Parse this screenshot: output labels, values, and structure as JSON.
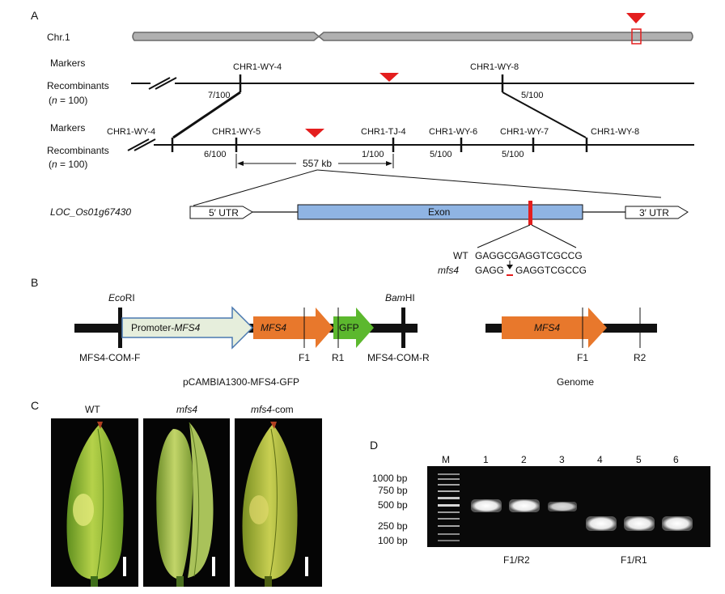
{
  "panel_a": {
    "label": "A",
    "chr_label": "Chr.1",
    "markers_label": "Markers",
    "recombinants_label": "Recombinants",
    "n_label_pre": "(",
    "n_label_n": "n",
    "n_label_post": " = 100)",
    "top_markers": {
      "left": "CHR1-WY-4",
      "right": "CHR1-WY-8"
    },
    "top_recombinants": {
      "left": "7/100",
      "right": "5/100"
    },
    "fine_markers": [
      "CHR1-WY-4",
      "CHR1-WY-5",
      "CHR1-TJ-4",
      "CHR1-WY-6",
      "CHR1-WY-7",
      "CHR1-WY-8"
    ],
    "fine_recombinants": [
      "6/100",
      "1/100",
      "5/100",
      "5/100"
    ],
    "interval": "557 kb",
    "gene_name": "LOC_Os01g67430",
    "utr5": "5′ UTR",
    "exon": "Exon",
    "utr3": "3′ UTR",
    "wt_label": "WT",
    "wt_seq": "GAGGCGAGGTCGCCG",
    "mut_label": "mfs4",
    "mut_seq_a": "GAGG",
    "mut_seq_b": "GAGGTCGCCG",
    "colors": {
      "red": "#e41e1e",
      "exon": "#8fb4e3",
      "chr": "#888888"
    }
  },
  "panel_b": {
    "label": "B",
    "ecori_italic": "Eco",
    "ecori_rest": "RI",
    "bamhi_italic": "Bam",
    "bamhi_rest": "HI",
    "promoter_pre": "Promoter-",
    "promoter_gene": "MFS4",
    "gene_box": "MFS4",
    "gfp": "GFP",
    "primer_f": "MFS4-COM-F",
    "primer_r": "MFS4-COM-R",
    "f1": "F1",
    "r1": "R1",
    "construct_name": "pCAMBIA1300-MFS4-GFP",
    "genome_gene": "MFS4",
    "genome_f1": "F1",
    "genome_r2": "R2",
    "genome_label": "Genome",
    "colors": {
      "orange": "#e8782c",
      "green": "#5cb82e",
      "promoter": "#e6eedc",
      "promoter_edge": "#4a78b0"
    }
  },
  "panel_c": {
    "label": "C",
    "titles": [
      "WT",
      "mfs4",
      "mfs4-com"
    ],
    "mfs4_com_italic": "mfs4",
    "mfs4_com_rest": "-com"
  },
  "panel_d": {
    "label": "D",
    "lanes": [
      "M",
      "1",
      "2",
      "3",
      "4",
      "5",
      "6"
    ],
    "ladder": [
      "1000 bp",
      "750 bp",
      "500 bp",
      "250 bp",
      "100 bp"
    ],
    "groups": [
      "F1/R2",
      "F1/R1"
    ]
  }
}
